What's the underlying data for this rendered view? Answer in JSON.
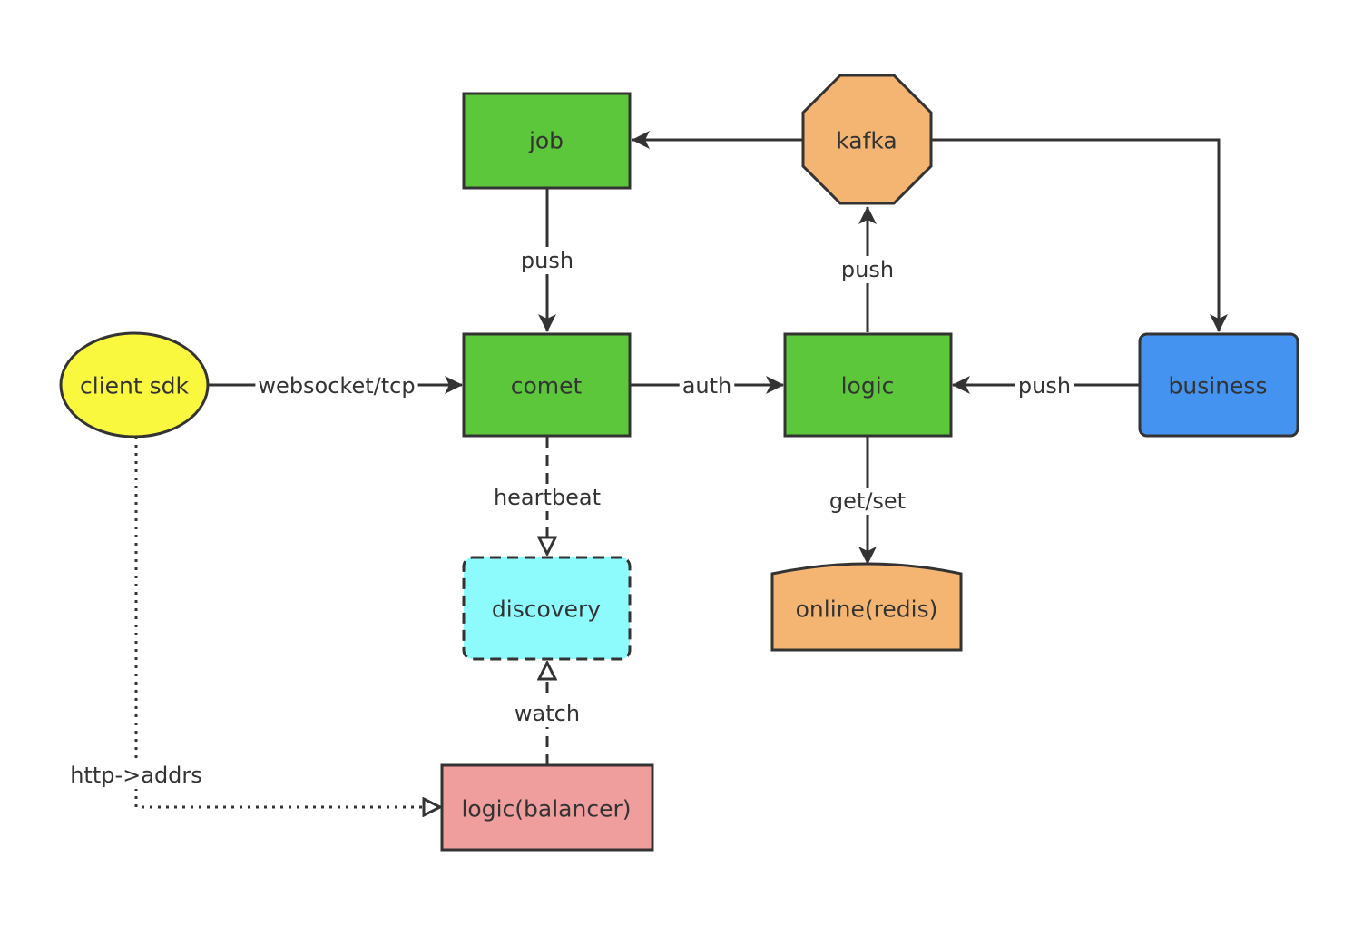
{
  "colors": {
    "green": "#5dc73b",
    "orange": "#f4b572",
    "yellow": "#f9f73e",
    "blue": "#4593f1",
    "cyan": "#8dfafb",
    "pink": "#f09d9d",
    "stroke": "#333333",
    "label_bg": "#ffffff"
  },
  "nodes": {
    "job": "job",
    "kafka": "kafka",
    "client_sdk": "client sdk",
    "comet": "comet",
    "logic": "logic",
    "business": "business",
    "discovery": "discovery",
    "online_redis": "online(redis)",
    "logic_balancer": "logic(balancer)"
  },
  "edges": {
    "job_to_comet": "push",
    "logic_to_kafka": "push",
    "client_to_comet": "websocket/tcp",
    "comet_to_logic": "auth",
    "business_to_logic": "push",
    "comet_to_discovery": "heartbeat",
    "logic_to_redis": "get/set",
    "balancer_to_discovery": "watch",
    "client_to_balancer": "http->addrs"
  }
}
